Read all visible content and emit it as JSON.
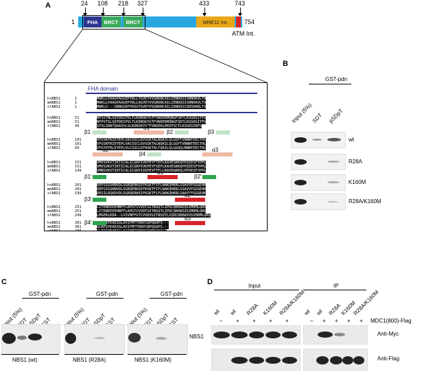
{
  "panel_a": {
    "letter": "A",
    "start": "1",
    "end": "754",
    "positions": [
      "24",
      "108",
      "218",
      "327",
      "433",
      "743"
    ],
    "domains": {
      "fha": "FHA",
      "brct1": "BRCT",
      "brct2": "BRCT",
      "mre11": "MRE11 Int.",
      "atm": "ATM Int."
    },
    "colors": {
      "backbone": "#29a8e0",
      "fha": "#2b3590",
      "brct": "#3aaa5c",
      "mre11": "#e8a817",
      "atm": "#d8232a"
    },
    "alignment": {
      "fha_label": "FHA domain",
      "blocks": [
        {
          "rows": [
            {
              "name": "hsNBS1",
              "num": "1",
              "seq": "MWKLLPAAGPAGGEPYRLLTGVEYVVGRKNCAILIENDQSISRNHAVLTA"
            },
            {
              "name": "mmNBS1",
              "num": "1",
              "seq": "MWKLLPAAGPAAGEPYRLLAGVEYVVGRKNCAILIENDQSISRNHAVLTV"
            },
            {
              "name": "xlNBS1",
              "num": "1",
              "seq": "MWKLV---SRNGGEPYHIGTGVEYVVGRKNCAILIDNDQSISRSHAKLTV"
            }
          ]
        },
        {
          "rows": [
            {
              "name": "hsNBS1",
              "num": "51",
              "seq": "NFSVTNLSQTDEIPVLTLKDNSKYGTFVNEEKMQNGFSRTLKSGDGITFG"
            },
            {
              "name": "mmNBS1",
              "num": "51",
              "seq": "NFPVTSLSQTDEIPVLTLKDNSKYGTFVNEEKMQNGFSRTLKSGDGITFG"
            },
            {
              "name": "xlNBS1",
              "num": "49",
              "seq": "SFSLSDNTQAASVLSLKDNSKYGTFVNGEKLEKDFSCTLKSGDSIRFG"
            }
          ],
          "ss": [
            "β1",
            "α1",
            "β2",
            "β3"
          ]
        },
        {
          "rows": [
            {
              "name": "hsNBS1",
              "num": "101",
              "seq": "VFGSKFRIEYEPLVACSSCLDVSGKTALNQAILQLGGFTVNNWTEECTHL"
            },
            {
              "name": "mmNBS1",
              "num": "101",
              "seq": "VFGSKFRIEYEPLVACSSCLDVSGKTALNQAILQLGGFTVNNWTEECTHL"
            },
            {
              "name": "xlNBS1",
              "num": "99",
              "seq": "VFGSKFRLEYEPLVLCSSCLDTHGKTALTQAILQLGGQQLNNWTEECTHL"
            }
          ],
          "ss": [
            "α2",
            "β4",
            "α3"
          ]
        },
        {
          "rows": [
            {
              "name": "hsNBS1",
              "num": "151",
              "seq": "VMVSVKVTIKTICALICGRPIVKPEYFTEFLKAVESKKQPPQIESFYPPL"
            },
            {
              "name": "mmNBS1",
              "num": "151",
              "seq": "VMVSVKVTIKTICALICGRPIVKPEYFSEFLKAVESKKQPPQIESFYPPL"
            },
            {
              "name": "xlNBS1",
              "num": "149",
              "seq": "VMNSVKVTIKTICALICGKPIIKPEYFTELLKAVEAKKQLPPVESFYPPL"
            }
          ],
          "ss": [
            "β1′",
            "α1′",
            "β2′"
          ]
        },
        {
          "rows": [
            {
              "name": "hsNBS1",
              "num": "201",
              "seq": "DEPSIGSKNVDLSGRQERKQIFKGKTFIFLNAKQHKKLSSAVVFGGGEAR"
            },
            {
              "name": "mmNBS1",
              "num": "201",
              "seq": "DEPSIGSKNVDLSGRQERKQIFKGKTFIFLNAKQHKKLSSAVVFGGGEAR"
            },
            {
              "name": "xlNBS1",
              "num": "199",
              "seq": "DESILRSKDVDLSGRQERKKIFKGKTFLFLNAKQHKRLSAAVVFGGGEAK"
            }
          ],
          "ss": [
            "β3′",
            "α2′"
          ]
        },
        {
          "rows": [
            {
              "name": "hsNBS1",
              "num": "251",
              "seq": "LITENEEEEHNFFLAPGTCVVDTGITNSQTLIPDCQKKWIQSIMDMLQRQ"
            },
            {
              "name": "mmNBS1",
              "num": "251",
              "seq": "LITENEEEEHNFFLAPGTCVVDTGITNSQTLIPDCQKKWIQSIMDMLQRQ"
            },
            {
              "name": "xlNBS1",
              "num": "249",
              "seq": "LMGEKLKDA--LVIVNPFGTCVVDVGITNSQTLIQDCQRKWIQSIMDMLQRQ"
            }
          ]
        },
        {
          "rows": [
            {
              "name": "hsNBS1",
              "num": "301",
              "seq": "GLRPIPEAEIGLAVIFMTTKNYCDPQGHPS---"
            },
            {
              "name": "mmNBS1",
              "num": "301",
              "seq": "GLRPIPEAEIGLAVIFMTTENYCNPQGQPS---"
            },
            {
              "name": "xlNBS1",
              "num": "298",
              "seq": "GLRPIPEAEIGLAVIFMTTENYCDPRRAASGT"
            }
          ],
          "ss": [
            "β4′",
            "α3′"
          ]
        }
      ]
    }
  },
  "panel_b": {
    "letter": "B",
    "header": "GST-pdn",
    "lanes": [
      "Input (5%)",
      "SDT",
      "pSDpT"
    ],
    "rows": [
      "wt",
      "R28A",
      "K160M",
      "R28A/K160M"
    ]
  },
  "panel_c": {
    "letter": "C",
    "groups": [
      {
        "header": "GST-pdn",
        "lanes": [
          "Input (5%)",
          "SDT",
          "pSDpT",
          "GST"
        ],
        "caption": "NBS1 (wt)"
      },
      {
        "header": "GST-pdn",
        "lanes": [
          "Input (5%)",
          "SDT",
          "pSDpT",
          "GST"
        ],
        "caption": "NBS1 (R28A)"
      },
      {
        "header": "GST-pdn",
        "lanes": [
          "Input (5%)",
          "SDT",
          "pSDpT",
          "GST"
        ],
        "caption": "NBS1 (K160M)"
      }
    ],
    "band_label": "NBS1"
  },
  "panel_d": {
    "letter": "D",
    "input_header": "Input",
    "ip_header": "IP",
    "input_lanes": [
      "wt",
      "wt",
      "R28A",
      "K160M",
      "R28A/K160M"
    ],
    "ip_lanes": [
      "wt",
      "wt",
      "R28A",
      "K160M",
      "R28A/K160M"
    ],
    "input_signs": [
      "–",
      "+",
      "+",
      "+",
      "+"
    ],
    "ip_signs": [
      "–",
      "+",
      "+",
      "+",
      "+"
    ],
    "mdc_label": "MDC1(800)-Flag",
    "blot_labels": [
      "Anti-Myc",
      "Anti-Flag"
    ]
  }
}
